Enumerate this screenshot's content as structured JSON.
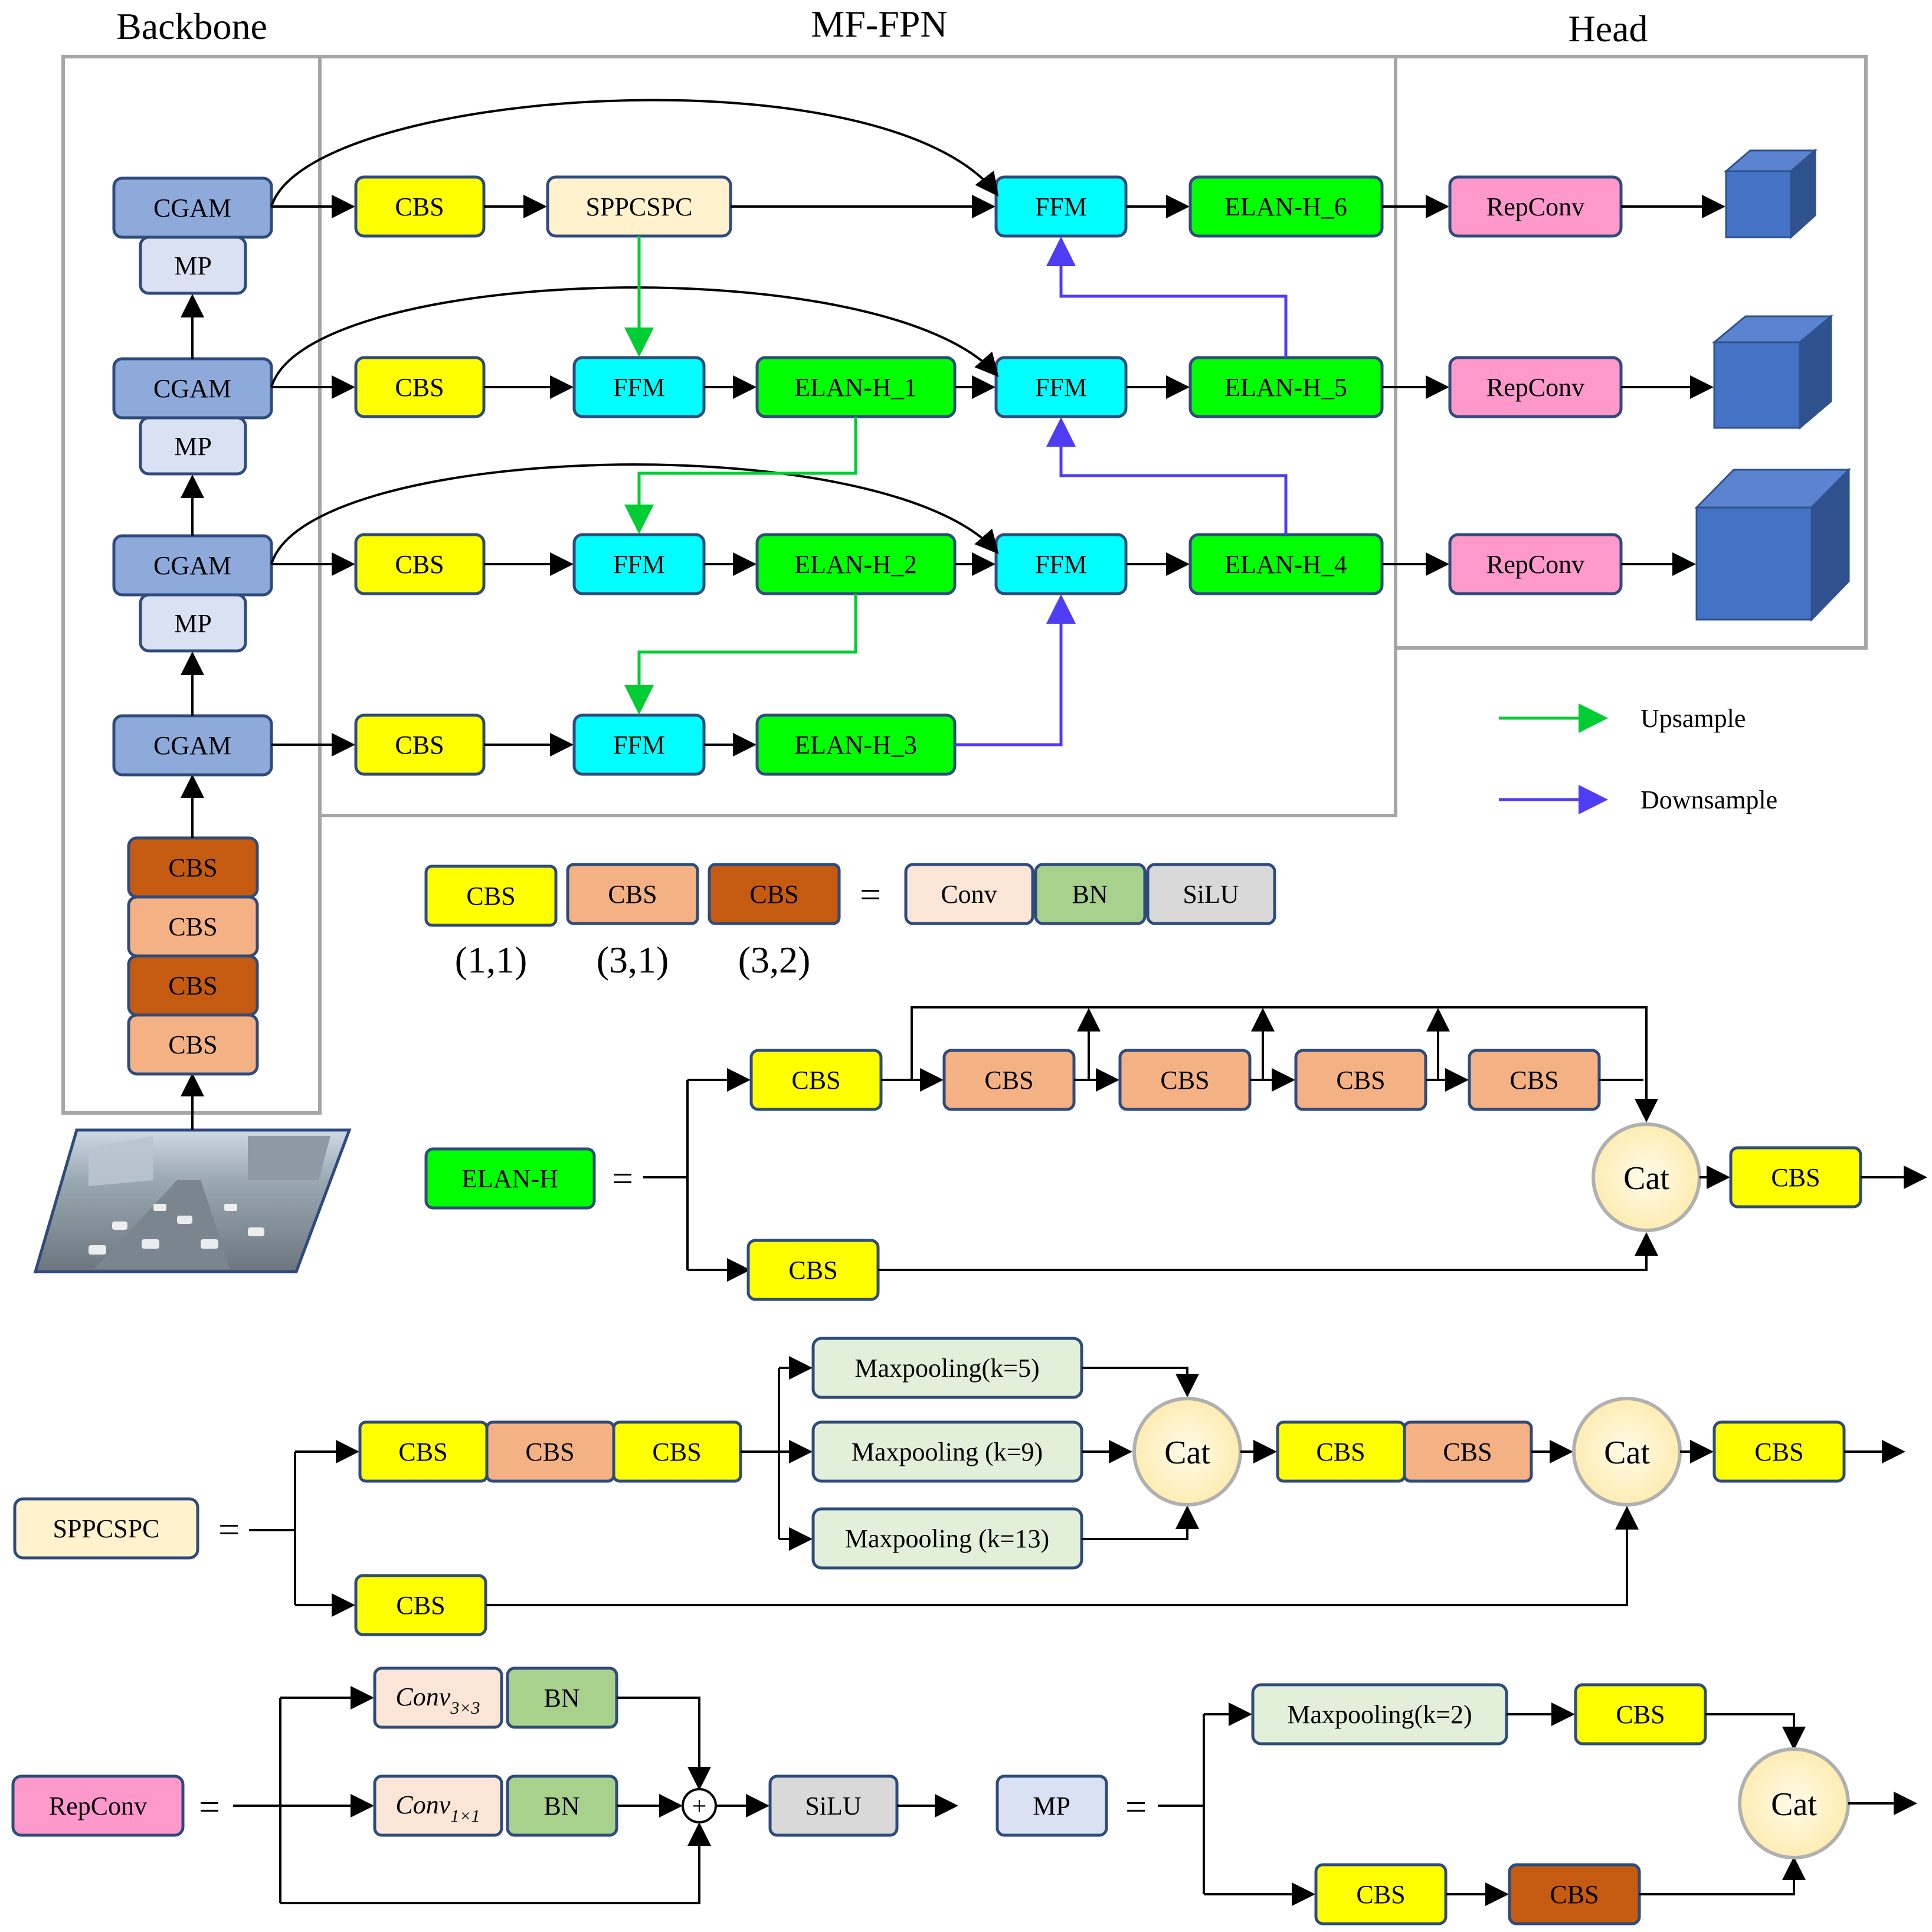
{
  "colors": {
    "cgam": "#8eaadb",
    "mp": "#d9e1f2",
    "cbs_11": "#ffff00",
    "cbs_31": "#f4b183",
    "cbs_32": "#c55a11",
    "sppcspc": "#fff2cc",
    "ffm": "#00ffff",
    "elan": "#00ff00",
    "repconv": "#ff99cc",
    "conv": "#fbe5d6",
    "bn": "#a9d18e",
    "silu": "#d9d9d9",
    "maxpool": "#e2f0d9",
    "cat": "#fff2cc",
    "upsample": "#00cc33",
    "downsample": "#4f3df5",
    "cube": "#4472c4",
    "stroke": "#2f4b7c"
  },
  "sections": {
    "backbone": "Backbone",
    "neck": "MF-FPN",
    "head": "Head"
  },
  "labels": {
    "cgam": "CGAM",
    "mp": "MP",
    "cbs": "CBS",
    "sppcspc": "SPPCSPC",
    "ffm": "FFM",
    "elan_h1": "ELAN-H_1",
    "elan_h2": "ELAN-H_2",
    "elan_h3": "ELAN-H_3",
    "elan_h4": "ELAN-H_4",
    "elan_h5": "ELAN-H_5",
    "elan_h6": "ELAN-H_6",
    "elan_h": "ELAN-H",
    "repconv": "RepConv",
    "conv": "Conv",
    "bn": "BN",
    "silu": "SiLU",
    "cat": "Cat",
    "conv3x3_base": "Conv",
    "conv3x3_sub": "3×3",
    "conv1x1_base": "Conv",
    "conv1x1_sub": "1×1",
    "maxpool_5": "Maxpooling(k=5)",
    "maxpool_9": "Maxpooling (k=9)",
    "maxpool_13": "Maxpooling (k=13)",
    "maxpool_2": "Maxpooling(k=2)",
    "equals": "=",
    "plus": "+"
  },
  "cbs_params": {
    "p11": "(1,1)",
    "p31": "(3,1)",
    "p32": "(3,2)"
  },
  "legend": {
    "upsample": "Upsample",
    "downsample": "Downsample"
  },
  "image_description_icon": "input-road-image-icon"
}
